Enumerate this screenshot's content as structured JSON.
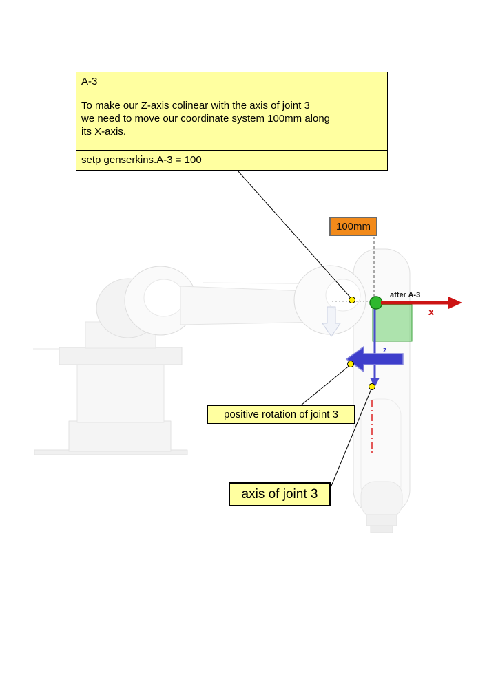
{
  "diagram": {
    "note": {
      "title": "A-3",
      "body_lines": [
        "To make our Z-axis colinear with the axis of joint 3",
        "we need to move our coordinate system 100mm along",
        "its X-axis."
      ],
      "command": "setp genserkins.A-3 = 100"
    },
    "labels": {
      "offset": "100mm",
      "after_transform": "after A-3",
      "x_axis": "x",
      "z_axis": "z",
      "positive_rotation": "positive rotation of joint 3",
      "joint_axis": "axis of joint 3"
    },
    "colors": {
      "note_background": "#ffffa0",
      "offset_background": "#f28a1a",
      "x_axis_red": "#cc1414",
      "z_axis_blue": "#4040c8",
      "rotation_arrow_blue": "#3d3dcb",
      "origin_green": "#2eb82e",
      "plane_green": "#50c850",
      "joint_axis_red_dashdot": "#dd2222"
    }
  }
}
